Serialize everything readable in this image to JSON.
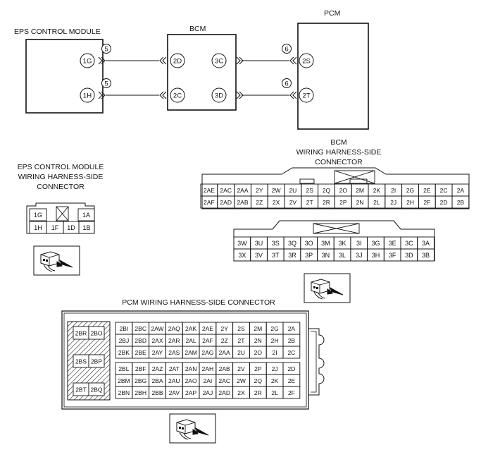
{
  "wiring": {
    "eps_title": "EPS CONTROL MODULE",
    "bcm_title": "BCM",
    "pcm_title": "PCM",
    "eps_pins": [
      "1G",
      "1H"
    ],
    "bcm_left_pins": [
      "2D",
      "2C"
    ],
    "bcm_right_pins": [
      "3C",
      "3D"
    ],
    "pcm_pins": [
      "2S",
      "2T"
    ],
    "wire_numbers": [
      "5",
      "5",
      "6",
      "6"
    ]
  },
  "eps_connector": {
    "title_lines": [
      "EPS CONTROL MODULE",
      "WIRING HARNESS-SIDE",
      "CONNECTOR"
    ],
    "rows": [
      [
        "1G",
        "",
        "1A"
      ],
      [
        "1H",
        "1F",
        "1D",
        "1B"
      ]
    ]
  },
  "bcm_connector": {
    "title_lines": [
      "BCM",
      "WIRING HARNESS-SIDE",
      "CONNECTOR"
    ],
    "upper_rows": [
      [
        "2AE",
        "2AC",
        "2AA",
        "2Y",
        "2W",
        "2U",
        "2S",
        "2Q",
        "2O",
        "2M",
        "2K",
        "2I",
        "2G",
        "2E",
        "2C",
        "2A"
      ],
      [
        "2AF",
        "2AD",
        "2AB",
        "2Z",
        "2X",
        "2V",
        "2T",
        "2R",
        "2P",
        "2N",
        "2L",
        "2J",
        "2H",
        "2F",
        "2D",
        "2B"
      ]
    ],
    "lower_rows": [
      [
        "3W",
        "3U",
        "3S",
        "3Q",
        "3O",
        "3M",
        "3K",
        "3I",
        "3G",
        "3E",
        "3C",
        "3A"
      ],
      [
        "3X",
        "3V",
        "3T",
        "3R",
        "3P",
        "3N",
        "3L",
        "3J",
        "3H",
        "3F",
        "3D",
        "3B"
      ]
    ]
  },
  "pcm_connector": {
    "title": "PCM WIRING HARNESS-SIDE CONNECTOR",
    "left_block": [
      "2BR",
      "2BO",
      "2BS",
      "2BP",
      "2BT",
      "2BQ"
    ],
    "top_rows": [
      [
        "2BI",
        "2BC",
        "2AW",
        "2AQ",
        "2AK",
        "2AE",
        "2Y",
        "2S",
        "2M",
        "2G",
        "2A"
      ],
      [
        "2BJ",
        "2BD",
        "2AX",
        "2AR",
        "2AL",
        "2AF",
        "2Z",
        "2T",
        "2N",
        "2H",
        "2B"
      ],
      [
        "2BK",
        "2BE",
        "2AY",
        "2AS",
        "2AM",
        "2AG",
        "2AA",
        "2U",
        "2O",
        "2I",
        "2C"
      ]
    ],
    "bottom_rows": [
      [
        "2BL",
        "2BF",
        "2AZ",
        "2AT",
        "2AN",
        "2AH",
        "2AB",
        "2V",
        "2P",
        "2J",
        "2D"
      ],
      [
        "2BM",
        "2BG",
        "2BA",
        "2AU",
        "2AO",
        "2AI",
        "2AC",
        "2W",
        "2Q",
        "2K",
        "2E"
      ],
      [
        "2BN",
        "2BH",
        "2BB",
        "2AV",
        "2AP",
        "2AJ",
        "2AD",
        "2X",
        "2R",
        "2L",
        "2F"
      ]
    ]
  },
  "icons": [
    "connector-plug-icon",
    "connector-plug-icon",
    "connector-plug-icon"
  ]
}
